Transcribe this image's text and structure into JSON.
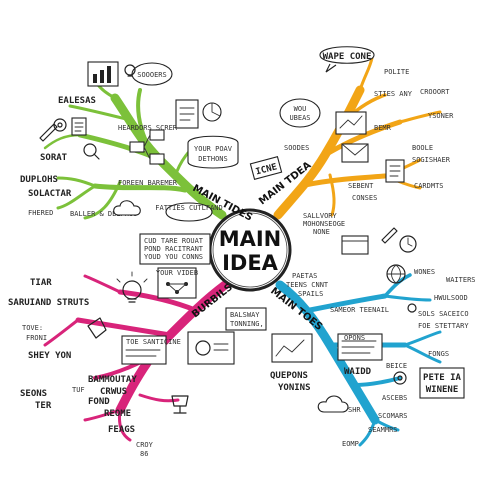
{
  "center": {
    "line1": "MAIN",
    "line2": "IDEA"
  },
  "colors": {
    "green": "#7cc13a",
    "orange": "#f2a516",
    "magenta": "#d8247a",
    "blue": "#21a3cf",
    "ink": "#222222"
  },
  "branches": {
    "top_left": {
      "label": "MAIN TIDES",
      "color": "green"
    },
    "top_right": {
      "label": "MAIN TDEA",
      "color": "orange"
    },
    "bottom_left": {
      "label": "BURBILS",
      "color": "magenta"
    },
    "bottom_right": {
      "label": "MAIN TOES",
      "color": "blue"
    }
  },
  "top_left_texts": {
    "bubble_top": "SOOOERS",
    "t1": "EALESAS",
    "t2": "SORAT",
    "t3": "DUPLOHS",
    "t4": "SOLACTAR",
    "t5": "FHERED",
    "t6": "BALLER & DELPHUS",
    "branch_small": "HEARDORS SCRER",
    "bubble_mid1": "YOUR POAV",
    "bubble_mid2": "DETHONS",
    "tag_green": "FOREEN BAREMER"
  },
  "top_right_texts": {
    "bubble_top": "WAPE CONE",
    "t1": "POLITE",
    "t2": "STIES ANY",
    "t3": "CROOORT",
    "t4": "YSONER",
    "t5": "BEMR",
    "t6": "BOOLE",
    "t7": "SOGISHAER",
    "t8": "CARDMTS",
    "bubble_mid1": "WOU",
    "bubble_mid2": "UBEAS",
    "t9": "SOODES",
    "t10": "SEBENT",
    "t11": "CONSES",
    "t12": "ICNE",
    "t13": "SALLVORY",
    "t14": "MOHONSEOGE",
    "t15": "NONE"
  },
  "bottom_left_texts": {
    "t1": "TIAR",
    "t2": "SARUIAND STRUTS",
    "t3": "TOVE:",
    "t4": "FRONI",
    "t5": "SHEY YON",
    "t6": "BAMMOUTAY",
    "t7": "CRWUS",
    "t8": "SEONS",
    "t9": "TER",
    "t10": "FOND",
    "t11": "REOME",
    "t12": "FEAGS",
    "t13": "CROY",
    "t14": "86",
    "t15": "TUF",
    "box1": "CUD TARE ROUAT",
    "box2": "POND RACITRANT",
    "box3": "YOUD YOU CONNS",
    "box_card": "YOUR VIDEB",
    "bubble": "FATTIES CUTLFAND",
    "balsway1": "BALSWAY",
    "balsway2": "TONNING,",
    "card2": "TOE SANTICINE",
    "t16": "QUEPONS",
    "t17": "YONINS"
  },
  "bottom_right_texts": {
    "t1": "WONES",
    "t2": "WAITERS",
    "t3": "HWULSOOD",
    "t4": "SOLS SACEICO",
    "t5": "FOE STETTARY",
    "t6": "FONGS",
    "t7": "PETE IA",
    "t8": "WINENE",
    "t9": "BEICE",
    "t10": "WAIDD",
    "t11": "ASCEBS",
    "t12": "SHR",
    "t13": "SCOMARS",
    "t14": "SEAMMRS",
    "t15": "EOMP",
    "mid1": "PAETAS",
    "mid2": "TEENS CNNT",
    "mid3": "SPAILS",
    "box1": "OPONS",
    "branch_small": "SAMEOR TEENAIL"
  }
}
